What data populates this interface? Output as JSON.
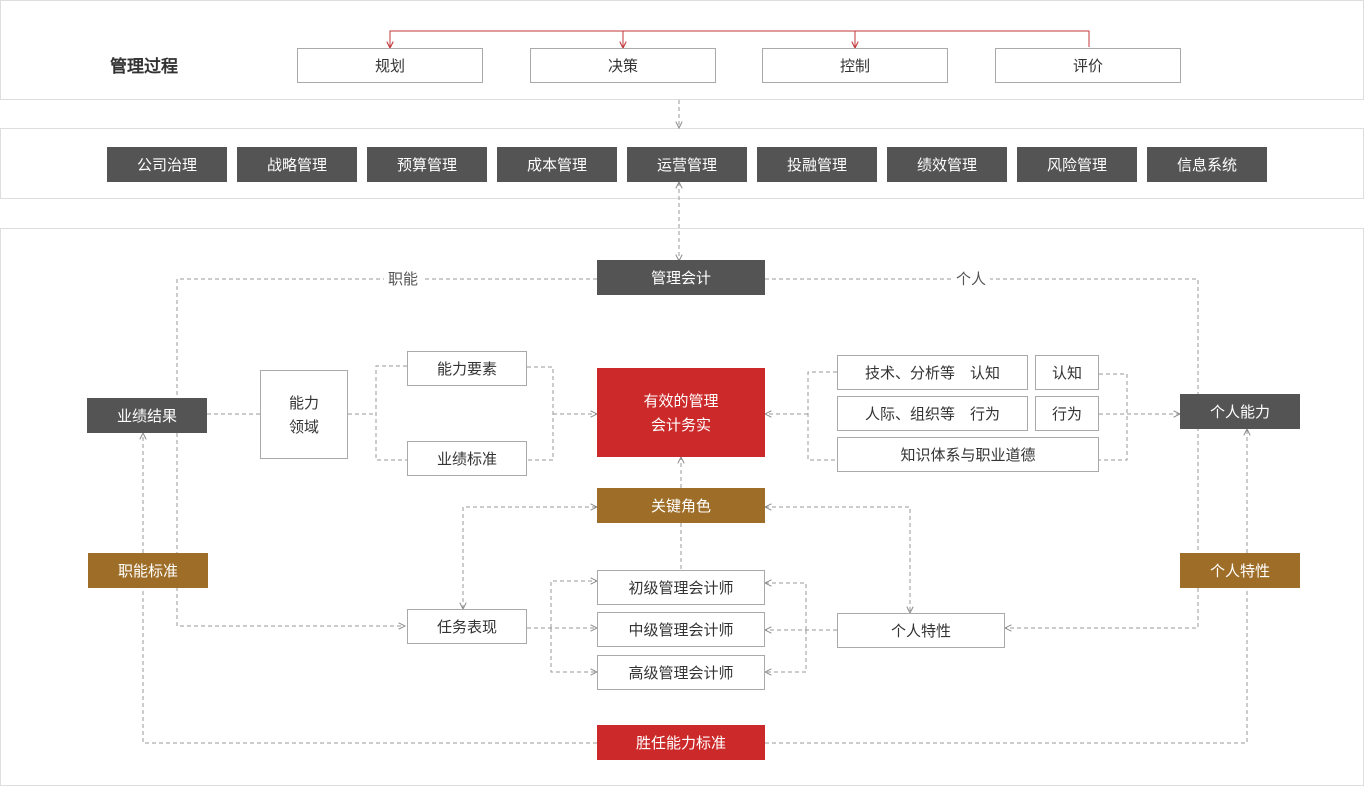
{
  "process": {
    "title": "管理过程",
    "steps": [
      "规划",
      "决策",
      "控制",
      "评价"
    ]
  },
  "functions": [
    "公司治理",
    "战略管理",
    "预算管理",
    "成本管理",
    "运营管理",
    "投融管理",
    "绩效管理",
    "风险管理",
    "信息系统"
  ],
  "core": {
    "management_accounting": "管理会计",
    "label_function": "职能",
    "label_personal": "个人",
    "performance_result": "业绩结果",
    "ability_domain": [
      "能力",
      "领域"
    ],
    "ability_elements": "能力要素",
    "performance_standard": "业绩标准",
    "effective_practice": [
      "有效的管理",
      "会计务实"
    ],
    "skills": [
      "技术、分析等　认知",
      "人际、组织等　行为"
    ],
    "cognition": "认知",
    "behavior": "行为",
    "knowledge_ethics": "知识体系与职业道德",
    "personal_ability": "个人能力",
    "key_role": "关键角色",
    "function_standard": "职能标准",
    "personal_traits_gold": "个人特性",
    "junior": "初级管理会计师",
    "intermediate": "中级管理会计师",
    "senior": "高级管理会计师",
    "task_performance": "任务表现",
    "personal_traits": "个人特性",
    "competency_standard": "胜任能力标准"
  },
  "colors": {
    "dark": "#545454",
    "gold": "#9e6e28",
    "red": "#cc2a2a",
    "process_arrow": "#c0393b",
    "border": "#a9a9a9"
  }
}
